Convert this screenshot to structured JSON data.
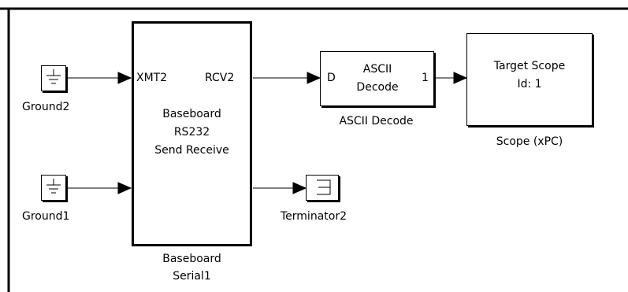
{
  "blocks": {
    "ground2": {
      "label": "Ground2"
    },
    "ground1": {
      "label": "Ground1"
    },
    "baseboard": {
      "port_in": "XMT2",
      "port_out": "RCV2",
      "body_line1": "Baseboard",
      "body_line2": "RS232",
      "body_line3": "Send Receive",
      "label_line1": "Baseboard",
      "label_line2": "Serial1"
    },
    "ascii_decode": {
      "port_in": "D",
      "port_out": "1",
      "body_line1": "ASCII",
      "body_line2": "Decode",
      "label": "ASCII Decode"
    },
    "scope": {
      "body_line1": "Target Scope",
      "body_line2": "Id: 1",
      "label": "Scope (xPC)"
    },
    "terminator": {
      "label": "Terminator2"
    }
  },
  "icons": {
    "ground": "ground-icon",
    "terminator": "terminator-icon",
    "arrowhead": "arrowhead-icon"
  },
  "colors": {
    "line": "#000000",
    "background": "#ffffff"
  }
}
